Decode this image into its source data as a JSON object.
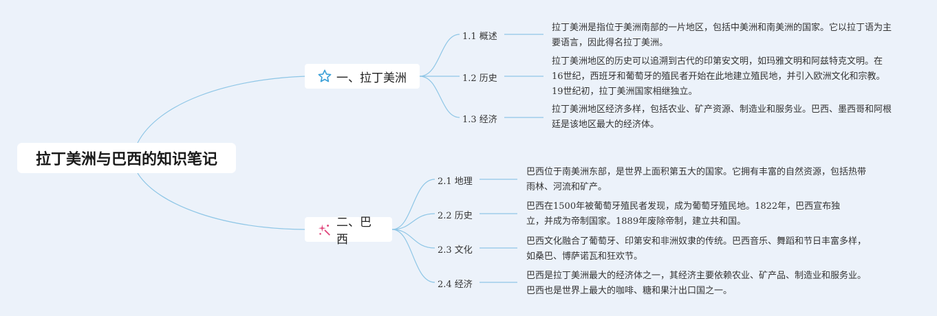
{
  "root": {
    "title": "拉丁美洲与巴西的知识笔记"
  },
  "branches": [
    {
      "label": "一、拉丁美洲",
      "icon": "star-icon",
      "icon_color": "#3aa0d8",
      "children": [
        {
          "label": "1.1 概述",
          "note": "拉丁美洲是指位于美洲南部的一片地区，包括中美洲和南美洲的国家。它以拉丁语为主要语言，因此得名拉丁美洲。"
        },
        {
          "label": "1.2 历史",
          "note": "拉丁美洲地区的历史可以追溯到古代的印第安文明，如玛雅文明和阿兹特克文明。在16世纪，西班牙和葡萄牙的殖民者开始在此地建立殖民地，并引入欧洲文化和宗教。19世纪初，拉丁美洲国家相继独立。"
        },
        {
          "label": "1.3 经济",
          "note": "拉丁美洲地区经济多样，包括农业、矿产资源、制造业和服务业。巴西、墨西哥和阿根廷是该地区最大的经济体。"
        }
      ]
    },
    {
      "label": "二、巴西",
      "icon": "sparkle-icon",
      "icon_color": "#e0457b",
      "children": [
        {
          "label": "2.1 地理",
          "note": "巴西位于南美洲东部，是世界上面积第五大的国家。它拥有丰富的自然资源，包括热带雨林、河流和矿产。"
        },
        {
          "label": "2.2 历史",
          "note": "巴西在1500年被葡萄牙殖民者发现，成为葡萄牙殖民地。1822年，巴西宣布独立，并成为帝制国家。1889年废除帝制，建立共和国。"
        },
        {
          "label": "2.3 文化",
          "note": "巴西文化融合了葡萄牙、印第安和非洲奴隶的传统。巴西音乐、舞蹈和节日丰富多样，如桑巴、博萨诺瓦和狂欢节。"
        },
        {
          "label": "2.4 经济",
          "note": "巴西是拉丁美洲最大的经济体之一，其经济主要依赖农业、矿产品、制造业和服务业。巴西也是世界上最大的咖啡、糖和果汁出口国之一。"
        }
      ]
    }
  ],
  "colors": {
    "background": "#ecf2fa",
    "connector": "#8ec6e6",
    "text": "#333333"
  }
}
